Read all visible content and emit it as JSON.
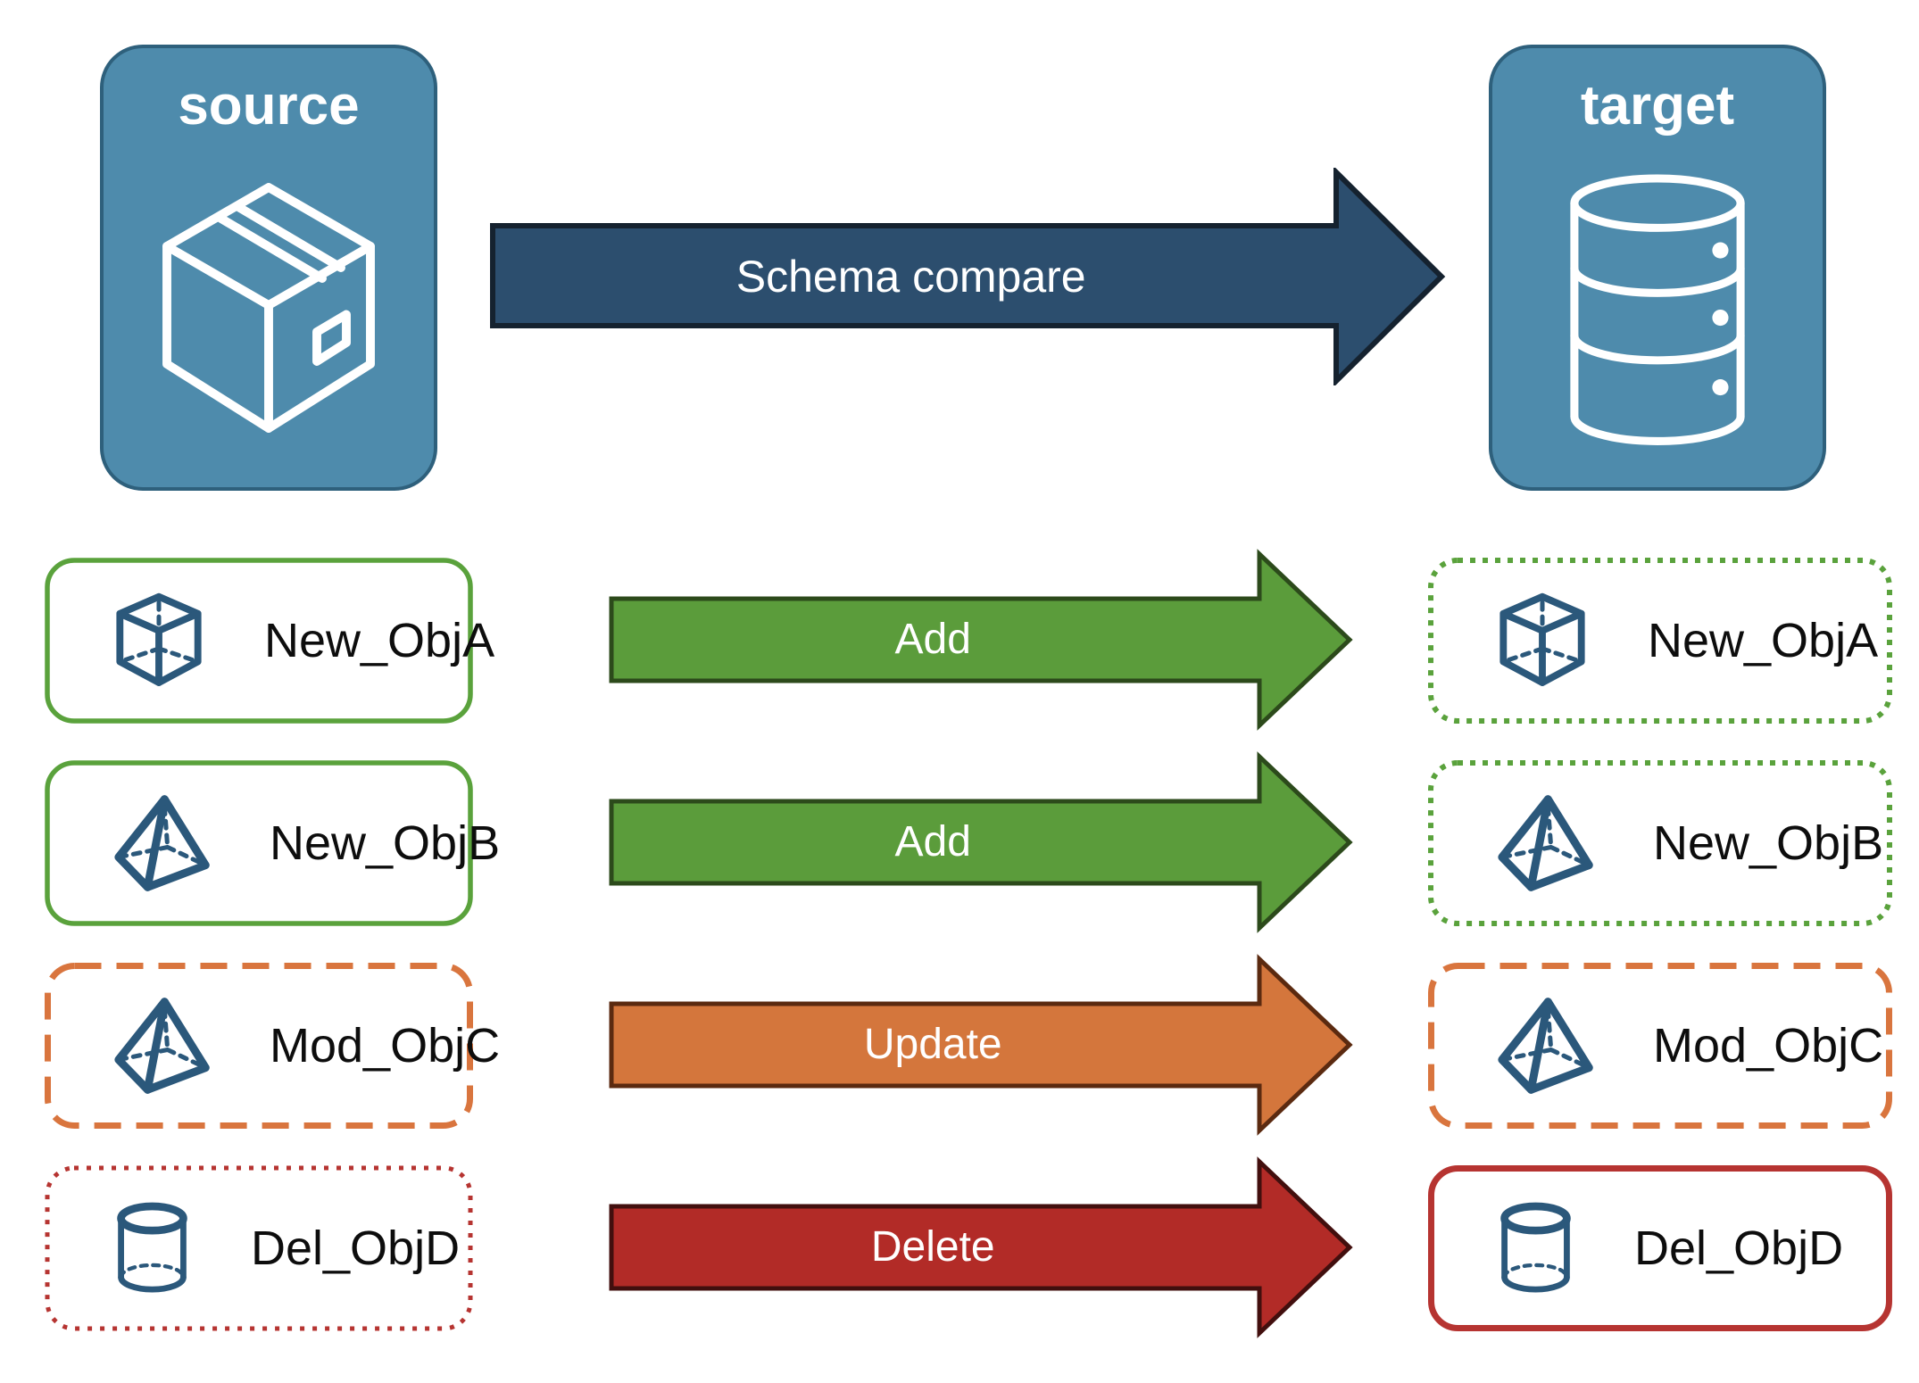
{
  "diagram_title": "schema compare flow",
  "source": {
    "label": "source",
    "icon": "package-icon"
  },
  "target": {
    "label": "target",
    "icon": "database-icon"
  },
  "schema_arrow": {
    "label": "Schema compare"
  },
  "rows": [
    {
      "object": "New_ObjA",
      "action": "Add",
      "icon": "cube-icon",
      "left_border": "solid-green",
      "right_border": "dotted-green"
    },
    {
      "object": "New_ObjB",
      "action": "Add",
      "icon": "pyramid-icon",
      "left_border": "solid-green",
      "right_border": "dotted-green"
    },
    {
      "object": "Mod_ObjC",
      "action": "Update",
      "icon": "pyramid-icon",
      "left_border": "dashed-orange",
      "right_border": "dashed-orange"
    },
    {
      "object": "Del_ObjD",
      "action": "Delete",
      "icon": "cylinder-icon",
      "left_border": "dotted-red",
      "right_border": "solid-red"
    }
  ],
  "colors": {
    "node_fill": "#4e8bac",
    "node_border": "#2e607c",
    "schema_arrow_fill": "#2c4e6e",
    "add_arrow_fill": "#5b9c3b",
    "update_arrow_fill": "#d4763c",
    "delete_arrow_fill": "#b22b27",
    "green_outline": "#5aa23c",
    "orange_outline": "#d9753e",
    "red_outline": "#b63431",
    "icon_stroke": "#2b587b"
  }
}
